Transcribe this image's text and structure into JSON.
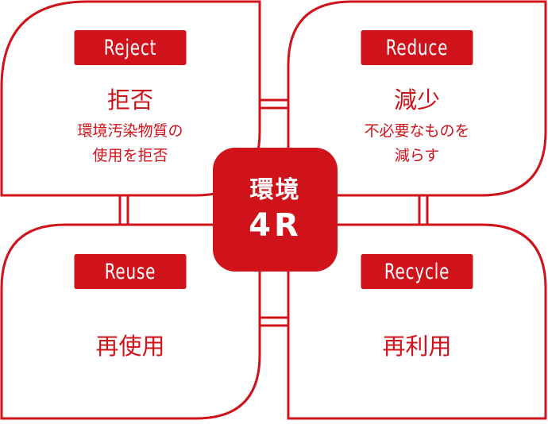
{
  "colors": {
    "accent": "#d0121b",
    "background": "#ffffff"
  },
  "center": {
    "line1": "環境",
    "line2": "4R"
  },
  "quadrants": [
    {
      "tag": "Reject",
      "title": "拒否",
      "desc_line1": "環境汚染物質の",
      "desc_line2": "使用を拒否"
    },
    {
      "tag": "Reduce",
      "title": "減少",
      "desc_line1": "不必要なものを",
      "desc_line2": "減らす"
    },
    {
      "tag": "Reuse",
      "title": "再使用",
      "desc_line1": "",
      "desc_line2": ""
    },
    {
      "tag": "Recycle",
      "title": "再利用",
      "desc_line1": "",
      "desc_line2": ""
    }
  ]
}
